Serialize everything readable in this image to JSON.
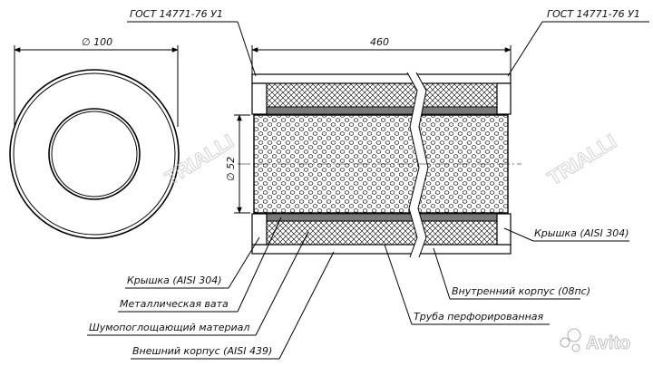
{
  "standard_top_left": "ГОСТ 14771-76 У1",
  "standard_top_right": "ГОСТ 14771-76 У1",
  "dim_outer_diameter": "∅ 100",
  "dim_length": "460",
  "dim_inner_diameter": "∅ 52",
  "watermark": "TRIALLI",
  "site_watermark": "Avito",
  "labels": {
    "cap_left": "Крышка (AISI 304)",
    "metal_wool": "Металлическая вата",
    "absorbing_material": "Шумопоглощающий материал",
    "outer_casing": "Внешний корпус (AISI 439)",
    "cap_right": "Крышка (AISI 304)",
    "inner_casing": "Внутренний корпус (08пс)",
    "perforated_pipe": "Труба перфорированная"
  }
}
